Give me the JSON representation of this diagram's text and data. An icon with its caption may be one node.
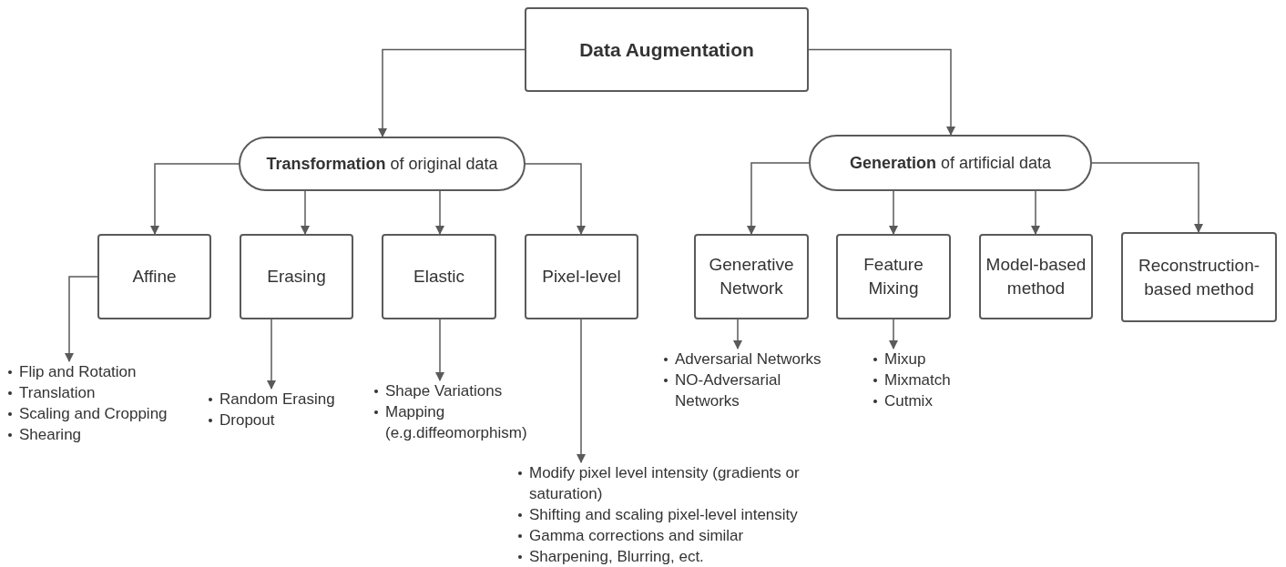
{
  "diagram": {
    "nodes": [
      {
        "text": [
          "Data Augmentation"
        ]
      },
      {
        "text": [
          "**Transformation** of original data"
        ]
      },
      {
        "text": [
          "**Generation** of artificial data"
        ]
      },
      {
        "text": [
          "Affine"
        ]
      },
      {
        "text": [
          "Erasing"
        ]
      },
      {
        "text": [
          "Elastic"
        ]
      },
      {
        "text": [
          "Pixel-level"
        ]
      },
      {
        "text": [
          "Generative Network"
        ]
      },
      {
        "text": [
          "Feature Mixing"
        ]
      },
      {
        "text": [
          "Model-based method"
        ]
      },
      {
        "text": [
          "Reconstruction-based method"
        ]
      },
      {
        "text": [
          "Flip and Rotation",
          "Translation",
          "Scaling and Cropping",
          "Shearing"
        ]
      },
      {
        "text": [
          "Random Erasing",
          "Dropout"
        ]
      },
      {
        "text": [
          "Shape Variations",
          "Mapping (e.g.diffeomorphism)"
        ]
      },
      {
        "text": [
          "Modify pixel level intensity (gradients or saturation)",
          "Shifting and scaling pixel-level intensity",
          "Gamma corrections and similar",
          "Sharpening, Blurring, ect."
        ]
      },
      {
        "text": [
          "Adversarial Networks",
          "NO-Adversarial Networks"
        ]
      },
      {
        "text": [
          "Mixup",
          "Mixmatch",
          "Cutmix"
        ]
      }
    ],
    "edges": [
      {
        "from": 0,
        "to": 1,
        "arrow": "to"
      },
      {
        "from": 0,
        "to": 2,
        "arrow": "to"
      },
      {
        "from": 1,
        "to": 3,
        "arrow": "to"
      },
      {
        "from": 1,
        "to": 4,
        "arrow": "to"
      },
      {
        "from": 1,
        "to": 5,
        "arrow": "to"
      },
      {
        "from": 1,
        "to": 6,
        "arrow": "to"
      },
      {
        "from": 2,
        "to": 7,
        "arrow": "to"
      },
      {
        "from": 2,
        "to": 8,
        "arrow": "to"
      },
      {
        "from": 2,
        "to": 9,
        "arrow": "to"
      },
      {
        "from": 2,
        "to": 10,
        "arrow": "to"
      },
      {
        "from": 3,
        "to": 11,
        "arrow": "to"
      },
      {
        "from": 4,
        "to": 12,
        "arrow": "to"
      },
      {
        "from": 5,
        "to": 13,
        "arrow": "to"
      },
      {
        "from": 6,
        "to": 14,
        "arrow": "to"
      },
      {
        "from": 7,
        "to": 15,
        "arrow": "to"
      },
      {
        "from": 8,
        "to": 16,
        "arrow": "to"
      }
    ]
  }
}
